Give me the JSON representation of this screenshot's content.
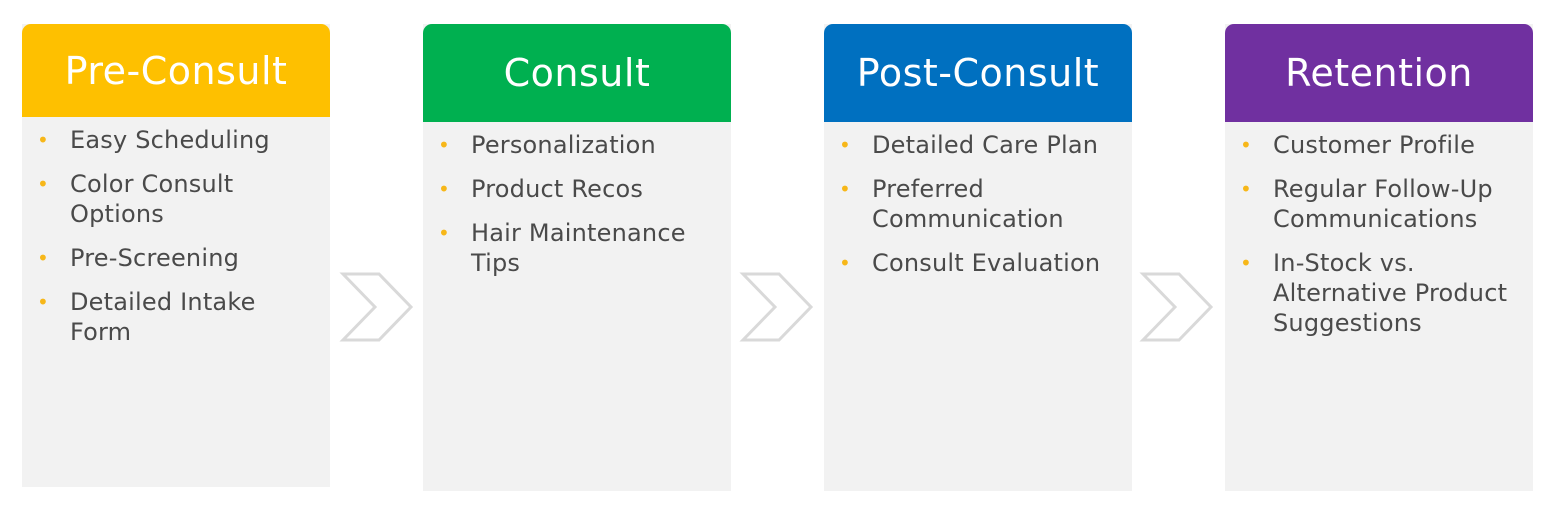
{
  "colors": {
    "pre_consult": "#fec000",
    "consult": "#00b050",
    "post_consult": "#0070c0",
    "retention": "#7030a0",
    "panel_background": "#f2f2f2",
    "bullet": "#f7b719",
    "item_text": "#4a4a4a",
    "chevron": "#d9d9d9"
  },
  "stages": [
    {
      "title": "Pre-Consult",
      "items": [
        "Easy Scheduling",
        "Color Consult Options",
        "Pre-Screening",
        "Detailed Intake Form"
      ]
    },
    {
      "title": "Consult",
      "items": [
        "Personalization",
        "Product Recos",
        "Hair Maintenance Tips"
      ]
    },
    {
      "title": "Post-Consult",
      "items": [
        "Detailed Care Plan",
        "Preferred Communication",
        "Consult Evaluation"
      ]
    },
    {
      "title": "Retention",
      "items": [
        "Customer Profile",
        "Regular Follow-Up Communications",
        "In-Stock vs. Alternative Product Suggestions"
      ]
    }
  ],
  "connectors": [
    "chevron-right-icon",
    "chevron-right-icon",
    "chevron-right-icon"
  ]
}
